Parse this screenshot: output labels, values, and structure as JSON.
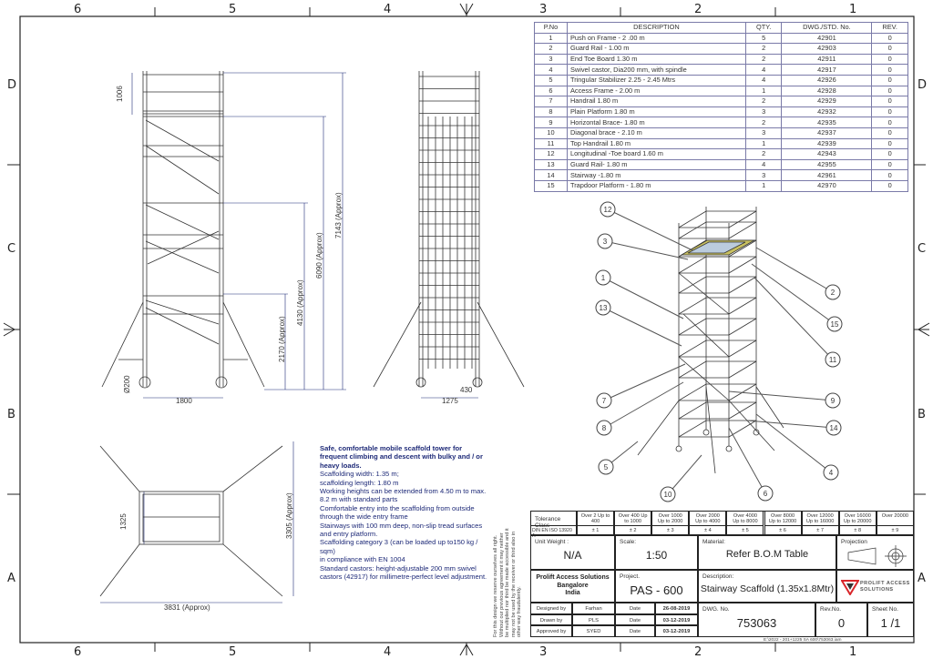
{
  "zones": {
    "cols": [
      "6",
      "5",
      "4",
      "3",
      "2",
      "1"
    ],
    "rows": [
      "D",
      "C",
      "B",
      "A"
    ]
  },
  "bom": {
    "headers": [
      "P.No",
      "DESCRIPTION",
      "QTY.",
      "DWG./STD. No.",
      "REV."
    ],
    "rows": [
      [
        "1",
        "Push on Frame - 2 .00 m",
        "5",
        "42901",
        "0"
      ],
      [
        "2",
        "Guard Rail - 1.00 m",
        "2",
        "42903",
        "0"
      ],
      [
        "3",
        "End Toe Board 1.30 m",
        "2",
        "42911",
        "0"
      ],
      [
        "4",
        "Swivel castor, Dia200 mm, with spindle",
        "4",
        "42917",
        "0"
      ],
      [
        "5",
        "Tringular Stabilizer 2.25 - 2.45 Mtrs",
        "4",
        "42926",
        "0"
      ],
      [
        "6",
        "Access Frame - 2.00 m",
        "1",
        "42928",
        "0"
      ],
      [
        "7",
        "Handrail 1.80 m",
        "2",
        "42929",
        "0"
      ],
      [
        "8",
        "Plain Platform 1.80 m",
        "3",
        "42932",
        "0"
      ],
      [
        "9",
        "Horizontal Brace- 1.80 m",
        "2",
        "42935",
        "0"
      ],
      [
        "10",
        "Diagonal brace - 2.10 m",
        "3",
        "42937",
        "0"
      ],
      [
        "11",
        "Top Handrail 1.80 m",
        "1",
        "42939",
        "0"
      ],
      [
        "12",
        "Longitudinal -Toe board 1.60 m",
        "2",
        "42943",
        "0"
      ],
      [
        "13",
        "Guard Rail- 1.80 m",
        "4",
        "42955",
        "0"
      ],
      [
        "14",
        "Stairway -1.80 m",
        "3",
        "42961",
        "0"
      ],
      [
        "15",
        "Trapdoor Platform  - 1.80 m",
        "1",
        "42970",
        "0"
      ]
    ]
  },
  "dims": {
    "d1006": "1006",
    "d7143": "7143 (Approx)",
    "d6090": "6090 (Approx)",
    "d4130": "4130 (Approx)",
    "d2170": "2170 (Approx)",
    "d200": "Ø200",
    "d1800": "1800",
    "d1275": "1275",
    "d430": "430",
    "d1325": "1325",
    "d3305": "3305 (Approx)",
    "d3831": "3831 (Approx)"
  },
  "callouts": [
    "12",
    "3",
    "1",
    "13",
    "2",
    "15",
    "11",
    "7",
    "9",
    "8",
    "14",
    "5",
    "4",
    "10",
    "6"
  ],
  "notes": {
    "heading": "Safe, comfortable mobile scaffold tower for frequent climbing and descent with bulky and / or heavy loads.",
    "lines": [
      "Scaffolding width: 1.35 m;",
      "scaffolding length: 1.80 m",
      "Working heights can be extended from 4.50 m to max. 8.2 m with standard parts",
      "Comfortable entry into the scaffolding from outside through the wide entry frame",
      "Stairways with 100 mm deep, non-slip tread surfaces",
      "and entry platform.",
      "Scaffolding category 3 (can be loaded up to150 kg / sqm)",
      "in compliance with EN 1004",
      "Standard castors: height-adjustable 200 mm swivel castors (42917) for millimetre-perfect level adjustment."
    ]
  },
  "title_block": {
    "tolerance_label": "Tolerance Class",
    "standard": "DIN EN ISO 13920 A",
    "ranges": [
      "Over 2 Up to 400",
      "Over 400 Up to 1000",
      "Over 1000 Up to 2000",
      "Over 2000 Up to 4000",
      "Over 4000 Up to 8000",
      "Over 8000 Up to 12000",
      "Over 12000 Up to 16000",
      "Over 16000 Up to 20000",
      "Over 20000"
    ],
    "tolerances": [
      "± 1",
      "± 2",
      "± 3",
      "± 4",
      "± 5",
      "± 6",
      "± 7",
      "± 8",
      "± 9"
    ],
    "unit_weight_label": "Unit Weight :",
    "unit_weight": "N/A",
    "scale_label": "Scale:",
    "scale": "1:50",
    "material_label": "Material:",
    "material": "Refer B.O.M Table",
    "projection_label": "Projection",
    "company": "Prolift Access Solutions",
    "city": "Bangalore",
    "country": "India",
    "project_label": "Project.",
    "project": "PAS - 600",
    "description_label": "Description:",
    "description": "Stairway Scaffold (1.35x1.8Mtr)",
    "logo_text": "PROLIFT ACCESS SOLUTIONS",
    "people": [
      [
        "Designed by",
        "Farhan",
        "Date",
        "26-08-2019"
      ],
      [
        "Drawn by",
        "PLS",
        "Date",
        "03-12-2019"
      ],
      [
        "Approved by",
        "SYED",
        "Date",
        "03-12-2019"
      ]
    ],
    "dwg_label": "DWG. No.",
    "dwg_no": "753063",
    "rev_label": "Rev.No.",
    "rev": "0",
    "sheet_label": "Sheet No.",
    "sheet": "1 /1",
    "disclaimer": "For this design we reserve ourselves all right. Without our previous agreement it may neither be multiplied nor third be made accessible and it may not be used by the receiver or third also in other way fraudulently.",
    "file_path": "E:\\2022 - 201+1225 SA 600\\753063.iam"
  },
  "colors": {
    "line": "#333333",
    "dim": "#1e2a78",
    "logo_red": "#d9262b"
  }
}
